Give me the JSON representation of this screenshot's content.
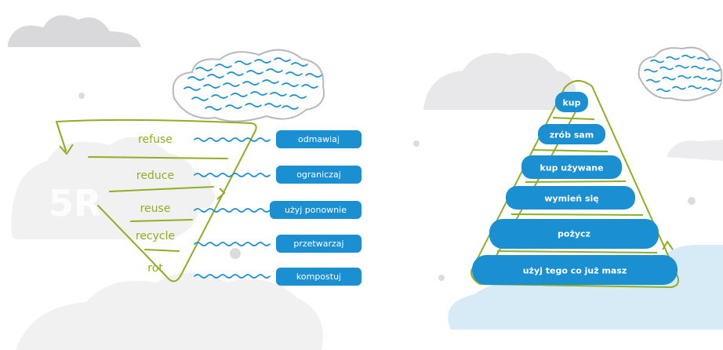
{
  "left": {
    "big_label": "5R",
    "rows": [
      {
        "en": "refuse",
        "pl": "odmawiaj"
      },
      {
        "en": "reduce",
        "pl": "ograniczaj"
      },
      {
        "en": "reuse",
        "pl": "użyj ponownie"
      },
      {
        "en": "recycle",
        "pl": "przetwarzaj"
      },
      {
        "en": "rot",
        "pl": "kompostuj"
      }
    ]
  },
  "right": {
    "tiers": [
      "kup",
      "zrób sam",
      "kup używane",
      "wymień się",
      "pożycz",
      "użyj tego co już masz"
    ]
  },
  "colors": {
    "green": "#8fae24",
    "blue": "#1a8fd1",
    "wave": "#1a8fd1",
    "cloud_gray": "#e4e4e6",
    "cloud_light": "#f2f2f3",
    "light_blue": "#d6ebf6"
  }
}
